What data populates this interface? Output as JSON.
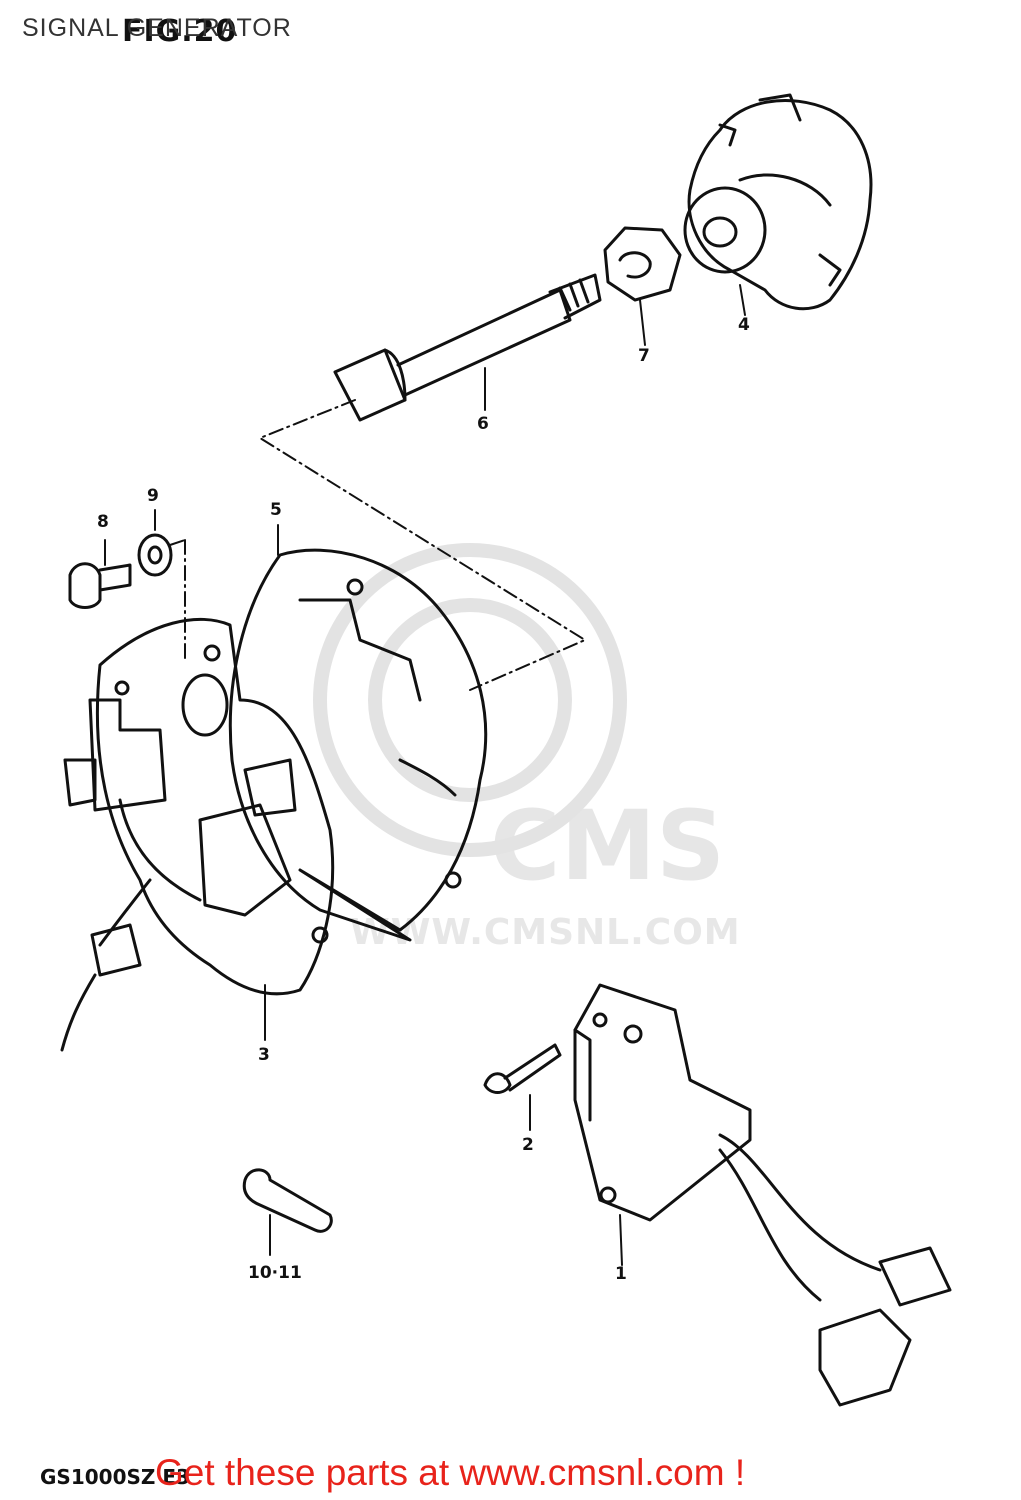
{
  "page": {
    "title": "SIGNAL GENERATOR",
    "figure_label": "FIG.20",
    "model_code": "GS1000SZ E3",
    "cta": "Get these parts at www.cmsnl.com !"
  },
  "watermark": {
    "logo_text": "CMS",
    "url_text": "WWW.CMSNL.COM"
  },
  "callouts": {
    "c1": "1",
    "c2": "2",
    "c3": "3",
    "c4": "4",
    "c5": "5",
    "c6": "6",
    "c7": "7",
    "c8": "8",
    "c9": "9",
    "c10": "10·11"
  },
  "colors": {
    "line": "#111111",
    "cta": "#e8231b",
    "watermark": "#e6e6e6"
  }
}
